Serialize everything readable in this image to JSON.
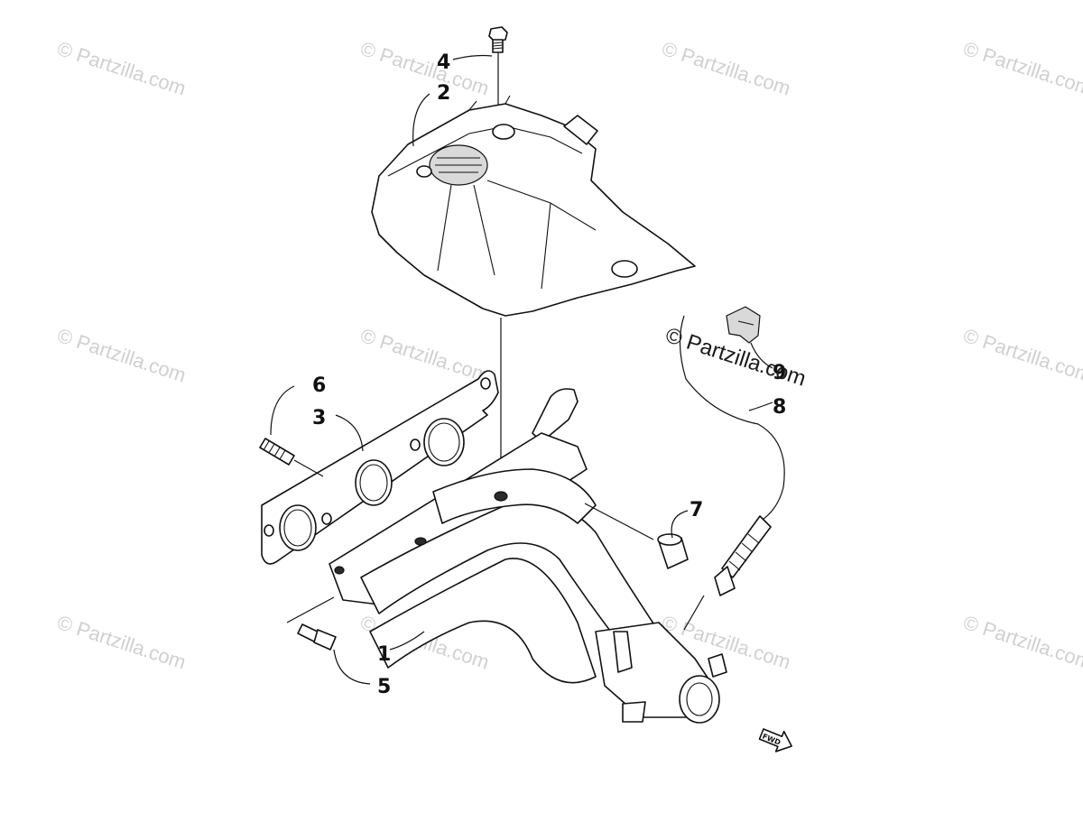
{
  "watermark": {
    "text": "© Partzilla.com",
    "color": "#c8c8c8"
  },
  "center_watermark": {
    "text": "© Partzilla.com"
  },
  "callouts": [
    {
      "id": "1",
      "label": "1"
    },
    {
      "id": "2",
      "label": "2"
    },
    {
      "id": "3",
      "label": "3"
    },
    {
      "id": "4",
      "label": "4"
    },
    {
      "id": "5",
      "label": "5"
    },
    {
      "id": "6",
      "label": "6"
    },
    {
      "id": "7",
      "label": "7"
    },
    {
      "id": "8",
      "label": "8"
    },
    {
      "id": "9",
      "label": "9"
    }
  ],
  "direction_marker": {
    "label": "FWD",
    "icon": "forward-arrow-icon"
  },
  "colors": {
    "line": "#111111",
    "background": "#ffffff"
  }
}
